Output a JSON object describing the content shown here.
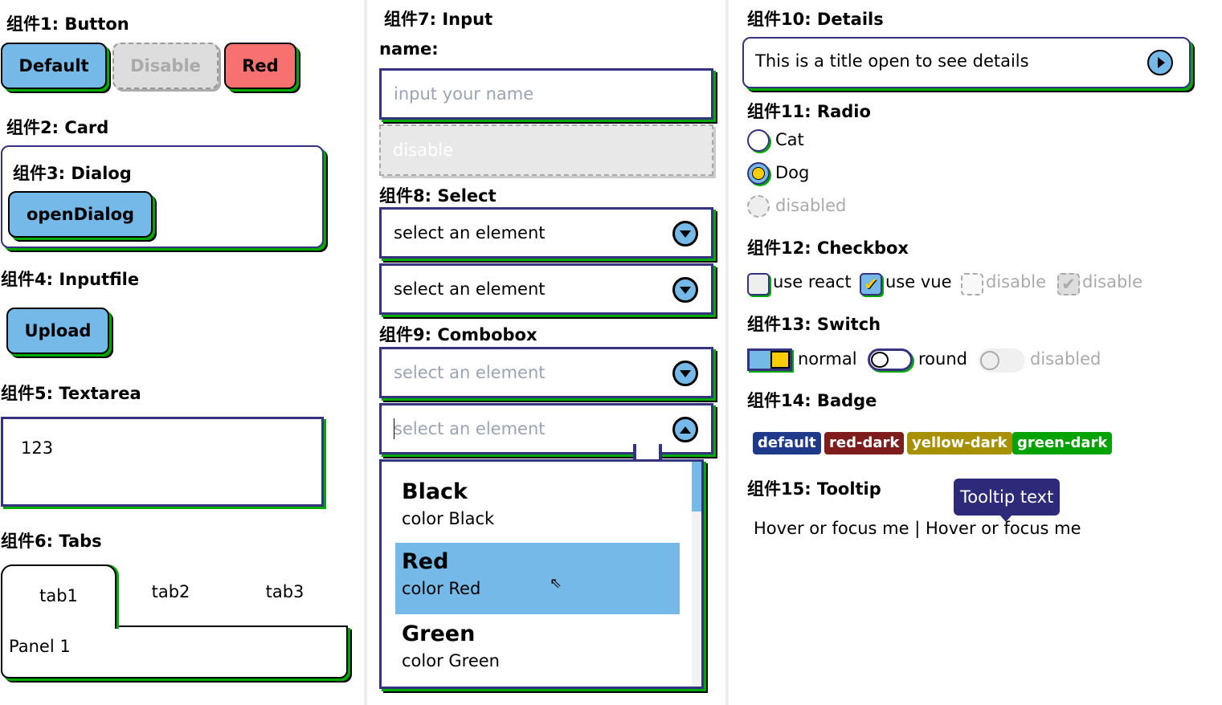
{
  "headings": {
    "button": "组件1: Button",
    "card": "组件2: Card",
    "dialog": "组件3: Dialog",
    "inputfile": "组件4: Inputfile",
    "textarea": "组件5: Textarea",
    "tabs": "组件6: Tabs",
    "input": "组件7: Input",
    "select": "组件8: Select",
    "combobox": "组件9: Combobox",
    "details": "组件10: Details",
    "radio": "组件11: Radio",
    "checkbox": "组件12: Checkbox",
    "switch": "组件13: Switch",
    "badge": "组件14: Badge",
    "tooltip": "组件15: Tooltip"
  },
  "buttons": {
    "default": "Default",
    "disable": "Disable",
    "red": "Red",
    "open_dialog": "openDialog",
    "upload": "Upload"
  },
  "textarea": {
    "value": "123"
  },
  "tabs": {
    "items": [
      "tab1",
      "tab2",
      "tab3"
    ],
    "active": "tab1",
    "panel": "Panel 1"
  },
  "input": {
    "label": "name:",
    "placeholder": "input your name",
    "disabled_placeholder": "disable"
  },
  "select": {
    "placeholder": "select an element",
    "values": [
      "select an element",
      "select an element"
    ]
  },
  "combobox": {
    "placeholder": "select an element",
    "options": [
      {
        "title": "Black",
        "sub": "color Black"
      },
      {
        "title": "Red",
        "sub": "color Red"
      },
      {
        "title": "Green",
        "sub": "color Green"
      }
    ],
    "highlighted": "Red"
  },
  "details": {
    "summary": "This is a title open to see details"
  },
  "radio": {
    "options": [
      "Cat",
      "Dog",
      "disabled"
    ],
    "selected": "Dog"
  },
  "checkbox": {
    "items": [
      {
        "label": "use react",
        "checked": false
      },
      {
        "label": "use vue",
        "checked": true
      },
      {
        "label": "disable",
        "checked": false
      },
      {
        "label": "disable",
        "checked": true
      }
    ]
  },
  "switch": {
    "items": [
      {
        "label": "normal",
        "on": true
      },
      {
        "label": "round",
        "on": false
      },
      {
        "label": "disabled",
        "on": false
      }
    ]
  },
  "badges": [
    {
      "label": "default",
      "color": "#1f3a8a"
    },
    {
      "label": "red-dark",
      "color": "#7f1d1d"
    },
    {
      "label": "yellow-dark",
      "color": "#a89100"
    },
    {
      "label": "green-dark",
      "color": "#00a300"
    }
  ],
  "tooltip": {
    "text": "Tooltip text",
    "target": "Hover or focus me | Hover or focus me"
  },
  "colors": {
    "accent": "#74b9e8",
    "border": "#333380",
    "red": "#f87171",
    "yellow": "#ffcc00",
    "shadow": "#00aa00"
  }
}
